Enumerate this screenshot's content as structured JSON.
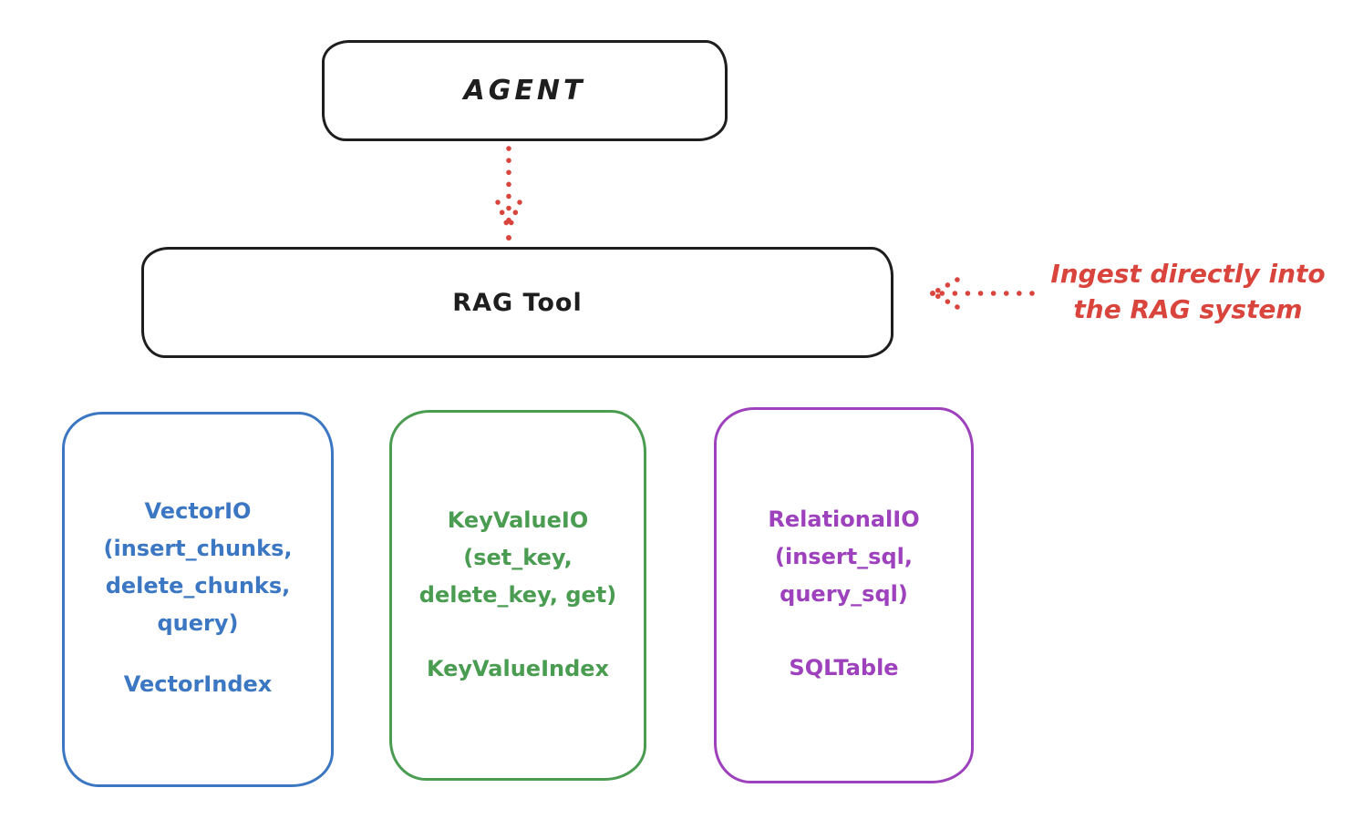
{
  "diagram": {
    "agent": {
      "label": "AGENT",
      "color": "#1e1e1e"
    },
    "rag_tool": {
      "label": "RAG Tool",
      "color": "#1e1e1e"
    },
    "agent_to_rag_arrow": {
      "color": "#d9443c"
    },
    "annotation": {
      "line1": "Ingest directly into",
      "line2": "the RAG system",
      "color": "#d9443c"
    },
    "io_boxes": [
      {
        "id": "vector-io",
        "color": "#3b77c2",
        "lines": [
          "VectorIO",
          "(insert_chunks,",
          "delete_chunks,",
          "query)"
        ],
        "index_label": "VectorIndex"
      },
      {
        "id": "keyvalue-io",
        "color": "#4a9c51",
        "lines": [
          "KeyValueIO",
          "(set_key,",
          "delete_key, get)"
        ],
        "index_label": "KeyValueIndex"
      },
      {
        "id": "relational-io",
        "color": "#9d41bd",
        "lines": [
          "RelationalIO",
          "(insert_sql,",
          "query_sql)"
        ],
        "index_label": "SQLTable"
      }
    ]
  }
}
